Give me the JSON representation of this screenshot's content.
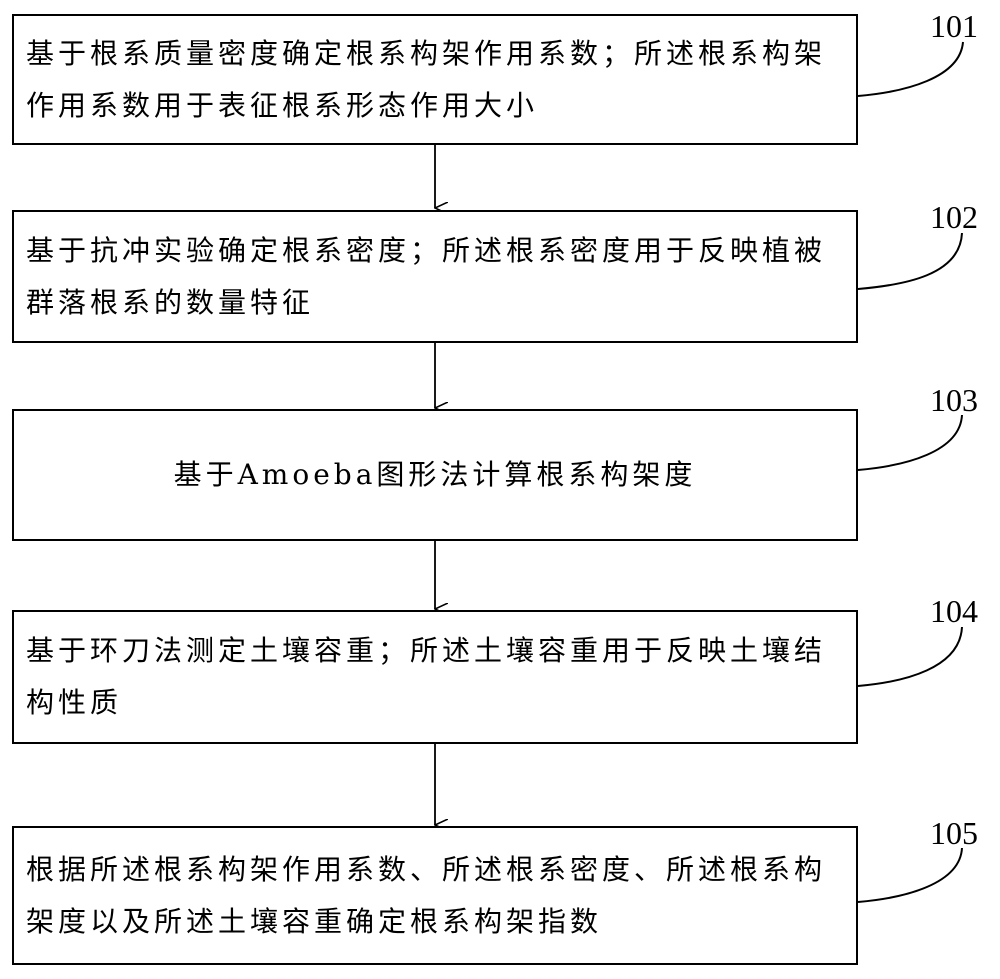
{
  "steps": [
    {
      "id": "101",
      "text": "基于根系质量密度确定根系构架作用系数；所述根系构架作用系数用于表征根系形态作用大小"
    },
    {
      "id": "102",
      "text": "基于抗冲实验确定根系密度；所述根系密度用于反映植被群落根系的数量特征"
    },
    {
      "id": "103",
      "text": "基于Amoeba图形法计算根系构架度"
    },
    {
      "id": "104",
      "text": "基于环刀法测定土壤容重；所述土壤容重用于反映土壤结构性质"
    },
    {
      "id": "105",
      "text": "根据所述根系构架作用系数、所述根系密度、所述根系构架度以及所述土壤容重确定根系构架指数"
    }
  ]
}
